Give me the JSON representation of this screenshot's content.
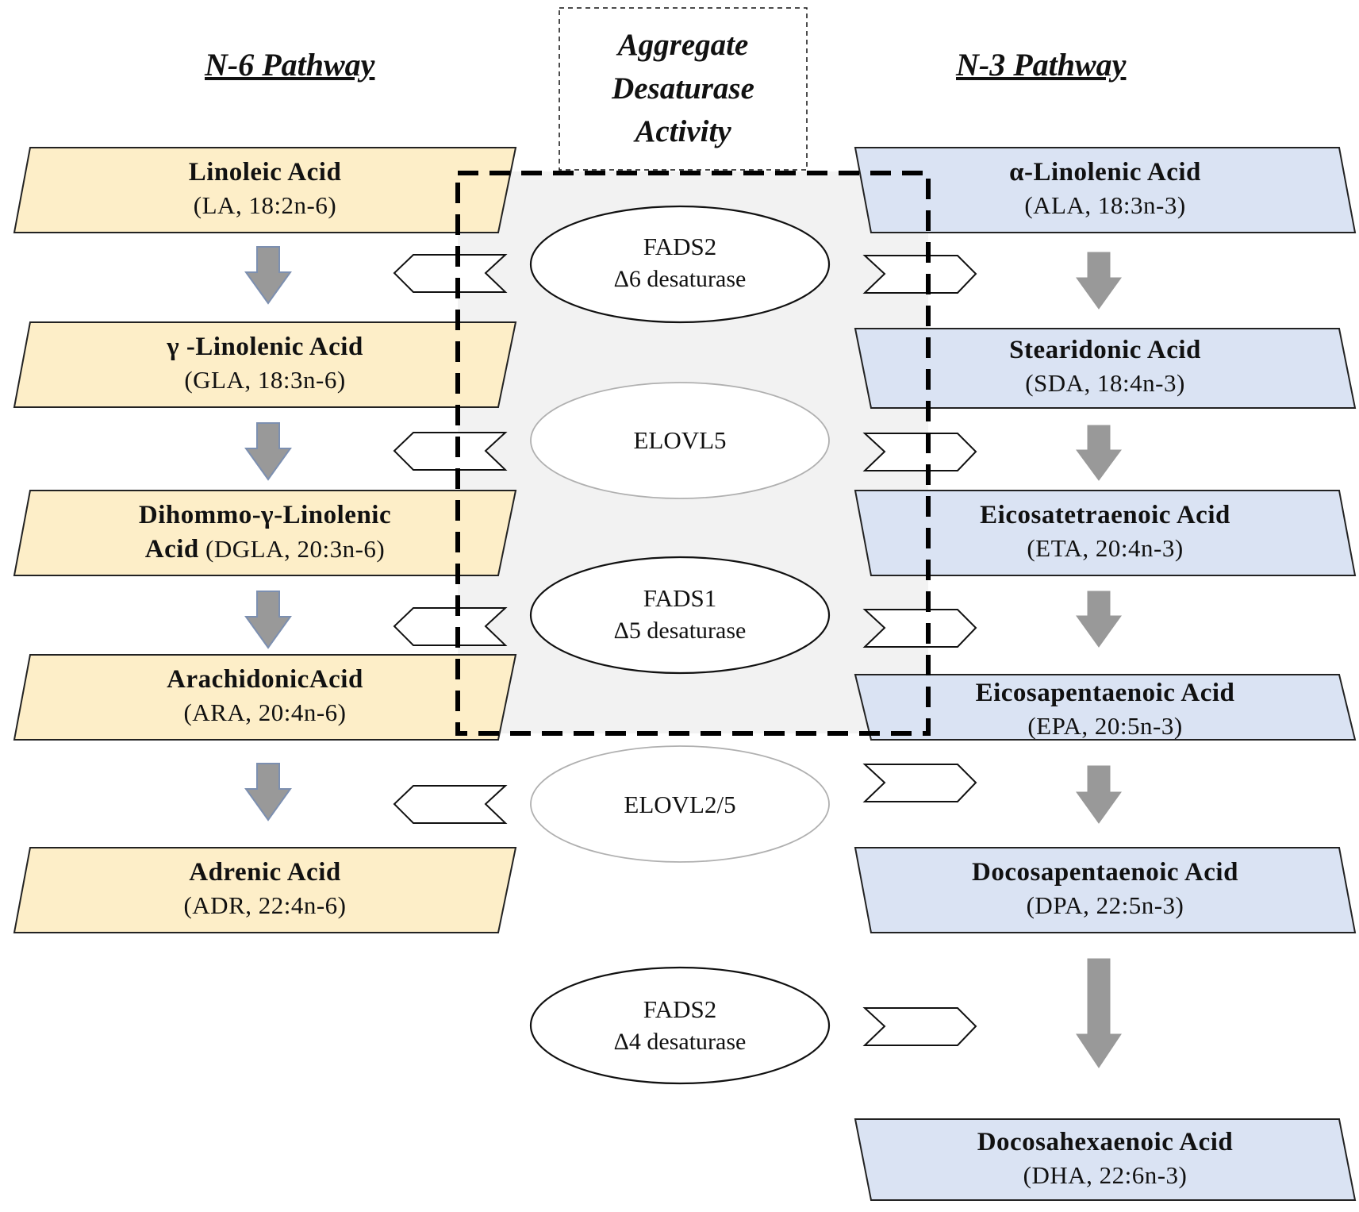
{
  "headings": {
    "n6": "N-6 Pathway",
    "n3": "N-3 Pathway"
  },
  "aggregate": {
    "line1": "Aggregate",
    "line2": "Desaturase",
    "line3": "Activity"
  },
  "n6_pathway": [
    {
      "name": "Linoleic Acid",
      "abbr": "(LA, 18:2n-6)"
    },
    {
      "name": "γ -Linolenic Acid",
      "abbr": "(GLA, 18:3n-6)"
    },
    {
      "name": "Dihommo-γ-Linolenic",
      "abbr_prefix": "Acid",
      "abbr": "(DGLA, 20:3n-6)"
    },
    {
      "name": "ArachidonicAcid",
      "abbr": "(ARA, 20:4n-6)"
    },
    {
      "name": "Adrenic Acid",
      "abbr": "(ADR, 22:4n-6)"
    }
  ],
  "n3_pathway": [
    {
      "name": "α-Linolenic Acid",
      "abbr": "(ALA, 18:3n-3)"
    },
    {
      "name": "Stearidonic Acid",
      "abbr": "(SDA, 18:4n-3)"
    },
    {
      "name": "Eicosatetraenoic Acid",
      "abbr": "(ETA, 20:4n-3)"
    },
    {
      "name": "Eicosapentaenoic Acid",
      "abbr": "(EPA, 20:5n-3)"
    },
    {
      "name": "Docosapentaenoic Acid",
      "abbr": "(DPA, 22:5n-3)"
    },
    {
      "name": "Docosahexaenoic Acid",
      "abbr": "(DHA, 22:6n-3)"
    }
  ],
  "enzymes": [
    {
      "name": "FADS2",
      "sub": "Δ6 desaturase"
    },
    {
      "name": "ELOVL5",
      "sub": ""
    },
    {
      "name": "FADS1",
      "sub": "Δ5 desaturase"
    },
    {
      "name": "ELOVL2/5",
      "sub": ""
    },
    {
      "name": "FADS2",
      "sub": "Δ4 desaturase"
    }
  ],
  "colors": {
    "n6_fill": "#fdeec8",
    "n3_fill": "#dae3f3",
    "arrow_fill": "#999999",
    "arrow_edge": "#7c8fb0",
    "aggregate_bg": "#f2f2f2"
  }
}
